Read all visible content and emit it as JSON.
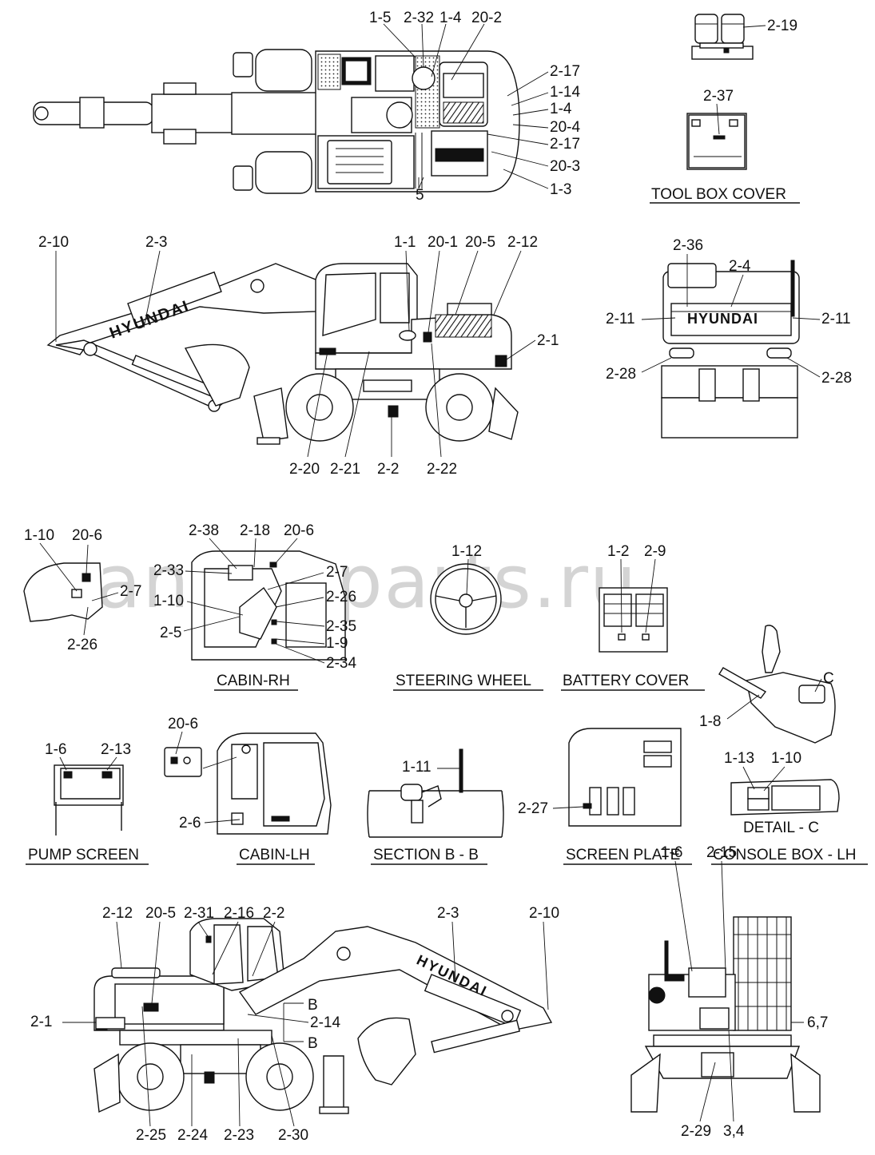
{
  "watermark": "ansat-parts.ru",
  "views": {
    "top": {
      "labels": [
        "1-5",
        "2-32",
        "1-4",
        "20-2",
        "2-17",
        "1-14",
        "1-4",
        "20-4",
        "2-17",
        "20-3",
        "1-3",
        "5"
      ]
    },
    "filter": {
      "labels": [
        "2-19"
      ]
    },
    "tool_box_cover": {
      "caption": "TOOL BOX COVER",
      "labels": [
        "2-37"
      ]
    },
    "side_right": {
      "brand": "HYUNDAI",
      "labels": [
        "2-10",
        "2-3",
        "1-1",
        "20-1",
        "20-5",
        "2-12",
        "2-1",
        "2-20",
        "2-21",
        "2-2",
        "2-22"
      ]
    },
    "rear": {
      "brand": "HYUNDAI",
      "labels": [
        "2-36",
        "2-4",
        "2-11",
        "2-11",
        "2-28",
        "2-28"
      ]
    },
    "cabin_rh": {
      "caption": "CABIN-RH",
      "labels": [
        "1-10",
        "20-6",
        "2-7",
        "2-26",
        "2-38",
        "2-18",
        "20-6",
        "2-33",
        "2-7",
        "1-10",
        "2-26",
        "2-35",
        "2-5",
        "1-9",
        "2-34"
      ]
    },
    "steering_wheel": {
      "caption": "STEERING WHEEL",
      "labels": [
        "1-12"
      ]
    },
    "battery_cover": {
      "caption": "BATTERY COVER",
      "labels": [
        "1-2",
        "2-9"
      ]
    },
    "console": {
      "labels": [
        "C",
        "1-8"
      ]
    },
    "pump_screen": {
      "caption": "PUMP SCREEN",
      "labels": [
        "1-6",
        "2-13"
      ]
    },
    "cabin_lh": {
      "caption": "CABIN-LH",
      "labels": [
        "20-6",
        "2-6"
      ]
    },
    "section_bb": {
      "caption": "SECTION B - B",
      "labels": [
        "1-11"
      ]
    },
    "screen_plate": {
      "caption": "SCREEN PLATE",
      "labels": [
        "2-27"
      ]
    },
    "console_box": {
      "caption": "CONSOLE BOX - LH",
      "detail_caption": "DETAIL - C",
      "labels": [
        "1-13",
        "1-10"
      ]
    },
    "side_left": {
      "brand": "HYUNDAI",
      "labels": [
        "2-12",
        "20-5",
        "2-31",
        "2-16",
        "2-2",
        "2-3",
        "2-10",
        "B",
        "2-1",
        "2-14",
        "B",
        "2-25",
        "2-24",
        "2-23",
        "2-30"
      ]
    },
    "front": {
      "labels": [
        "1-6",
        "2-15",
        "6,7",
        "2-29",
        "3,4"
      ]
    }
  }
}
